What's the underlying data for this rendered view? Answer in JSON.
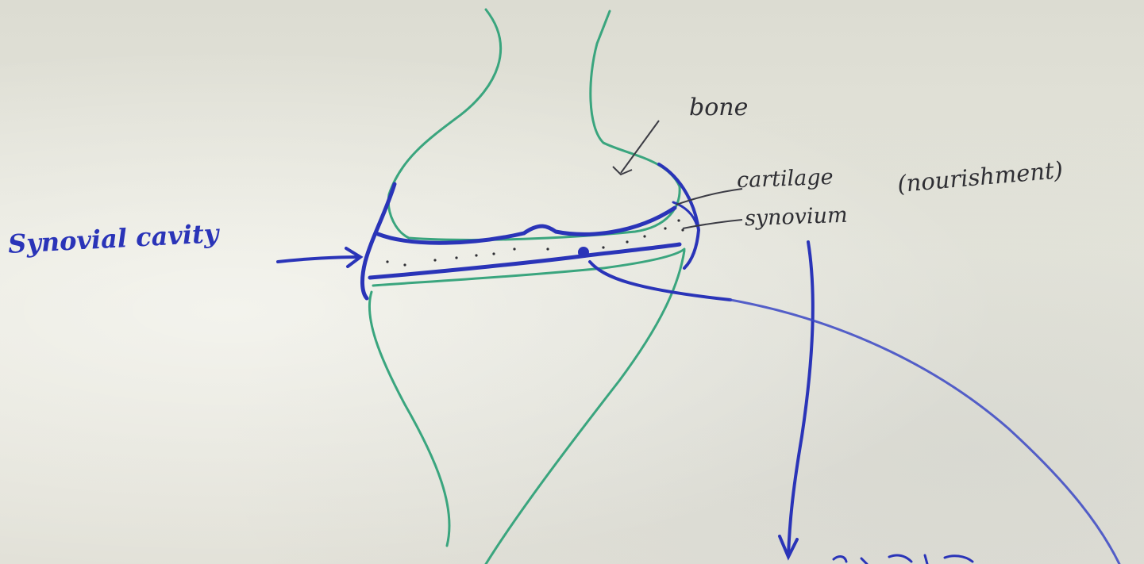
{
  "labels": {
    "bone": "bone",
    "cartilage": "cartilage",
    "synovium": "synovium",
    "nourishment": "(nourishment)",
    "synovial_cavity": "Synovial cavity"
  },
  "colors": {
    "bone_outline": "#3aa57e",
    "membrane": "#2a34b8",
    "pointer_dark": "#3c3c44",
    "board": "#e6e6dc"
  }
}
